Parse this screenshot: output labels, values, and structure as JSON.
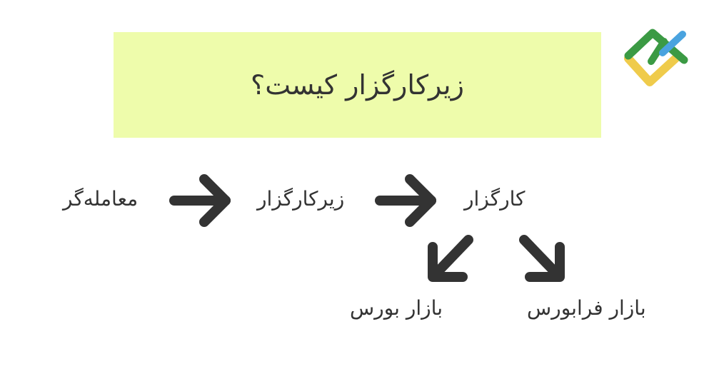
{
  "title": "زیرکارگزار کیست؟",
  "nodes": {
    "trader": "معامله‌گر",
    "sub_broker": "زیرکارگزار",
    "broker": "کارگزار",
    "stock_exchange": "بازار بورس",
    "otc_market": "بازار فرابورس"
  },
  "colors": {
    "title_background": "#eefcab",
    "text": "#333333",
    "arrow": "#333333",
    "logo_green": "#3b9a44",
    "logo_blue": "#4aa3df",
    "logo_yellow": "#efcb4b"
  }
}
